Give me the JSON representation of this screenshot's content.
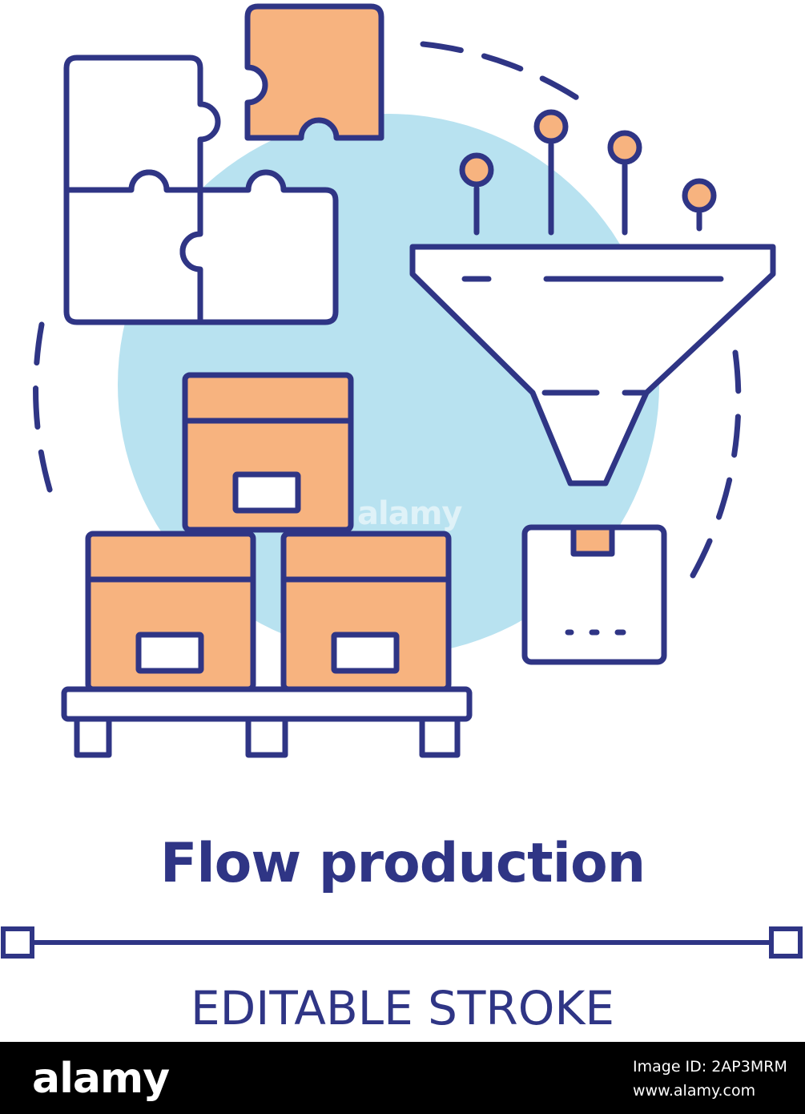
{
  "title": "Flow production",
  "subtitle": "EDITABLE STROKE",
  "footer": {
    "brand": "alamy",
    "image_id": "Image ID: 2AP3MRM",
    "website": "www.alamy.com"
  },
  "watermark": "alamy",
  "colors": {
    "stroke": "#2f3585",
    "accent": "#f7b37f",
    "circle": "#b8e2f0",
    "background": "#ffffff",
    "footer": "#000000"
  },
  "icons": [
    "puzzle-icon",
    "funnel-icon",
    "box-stack-icon",
    "pallet-icon",
    "parcel-icon"
  ]
}
